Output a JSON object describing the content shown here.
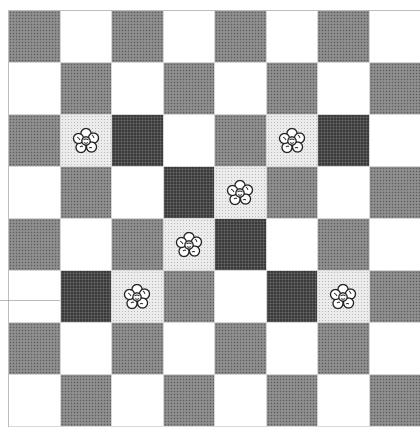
{
  "board": {
    "rows": 8,
    "cols": 8,
    "colors": {
      "dark_square": "#8f8f8f",
      "light_square": "#ffffff",
      "black_hatched_square": "#3a3a3a",
      "dotted_square": "#ececec",
      "flower_stroke": "#222222"
    },
    "flowers": [
      {
        "row": 2,
        "col": 1,
        "icon": "flower-icon"
      },
      {
        "row": 2,
        "col": 5,
        "icon": "flower-icon"
      },
      {
        "row": 3,
        "col": 4,
        "icon": "flower-icon"
      },
      {
        "row": 4,
        "col": 3,
        "icon": "flower-icon"
      },
      {
        "row": 5,
        "col": 2,
        "icon": "flower-icon"
      },
      {
        "row": 5,
        "col": 6,
        "icon": "flower-icon"
      }
    ],
    "black_squares": [
      {
        "row": 2,
        "col": 2
      },
      {
        "row": 2,
        "col": 6
      },
      {
        "row": 3,
        "col": 3
      },
      {
        "row": 4,
        "col": 4
      },
      {
        "row": 5,
        "col": 1
      },
      {
        "row": 5,
        "col": 5
      }
    ]
  }
}
